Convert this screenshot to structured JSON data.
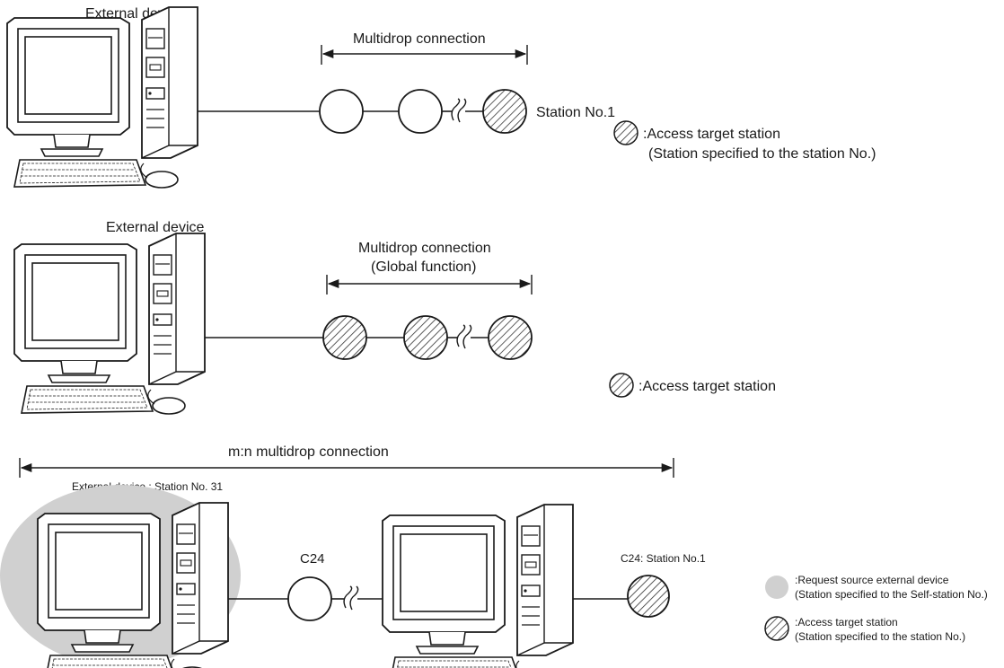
{
  "colors": {
    "ink": "#1a1a1a",
    "self_station_fill": "#d0d0d0",
    "hatch": "#333333"
  },
  "section1": {
    "device_label": "External device",
    "connection_label": "Multidrop connection",
    "station_label": "Station No.1",
    "legend": {
      "line1": ":Access target station",
      "line2": "(Station specified to the station No.)"
    }
  },
  "section2": {
    "device_label": "External device",
    "connection_label_1": "Multidrop connection",
    "connection_label_2": "(Global function)",
    "legend": {
      "line1": ":Access target station"
    }
  },
  "section3": {
    "connection_label": "m:n multidrop connection",
    "device_label": "External device : Station No. 31",
    "c24_label": "C24",
    "station_label": "C24: Station No.1",
    "legend_request": {
      "line1": ":Request source external device",
      "line2": "(Station specified to the Self-station No.)"
    },
    "legend_access": {
      "line1": ":Access target station",
      "line2": "(Station specified to the station No.)"
    }
  }
}
